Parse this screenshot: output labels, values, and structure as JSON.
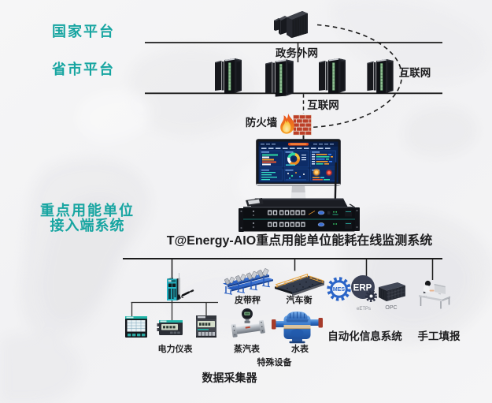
{
  "diagram_title": "T@Energy-AIO重点用能单位能耗在线监测系统",
  "colors": {
    "accent_teal": "#17a5a1",
    "line_dark": "#1c1c1c",
    "text_dark": "#1d1d1f",
    "firewall_brick_red": "#c2472c",
    "flame_orange": "#f07a1f",
    "screen_navy": "#0a2558",
    "device_blue": "#2f6fd0",
    "background": "#f4f4f5"
  },
  "platform_labels": {
    "national": "国家平台",
    "provincial": "省市平台",
    "access_line1": "重点用能单位",
    "access_line2": "接入端系统"
  },
  "network_labels": {
    "gov_extranet": "政务外网",
    "internet_right": "互联网",
    "internet_mid": "互联网",
    "firewall": "防火墙"
  },
  "device_labels": {
    "data_collector": "数据采集器",
    "power_meters": "电力仪表",
    "belt_scale": "皮带秤",
    "truck_scale": "汽车衡",
    "steam_meter": "蒸汽表",
    "water_meter": "水表",
    "special_equipment": "特殊设备",
    "automation_systems": "自动化信息系统",
    "manual_entry": "手工填报"
  },
  "system_badges": {
    "mes": "MES",
    "erp": "ERP",
    "erp_caption": "eETPs",
    "opc_caption": "OPC"
  },
  "icons": [
    "national-datacenter-icon",
    "rack-server-icon",
    "firewall-icon",
    "monitor-dashboard-icon",
    "aio-gateway-icon",
    "data-collector-icon",
    "panel-meter-icon",
    "box-meter-icon",
    "din-meter-icon",
    "belt-scale-icon",
    "truck-scale-icon",
    "steam-meter-icon",
    "water-meter-icon",
    "mes-gear-icon",
    "erp-circle-icon",
    "opc-building-icon",
    "manual-entry-desk-icon"
  ]
}
